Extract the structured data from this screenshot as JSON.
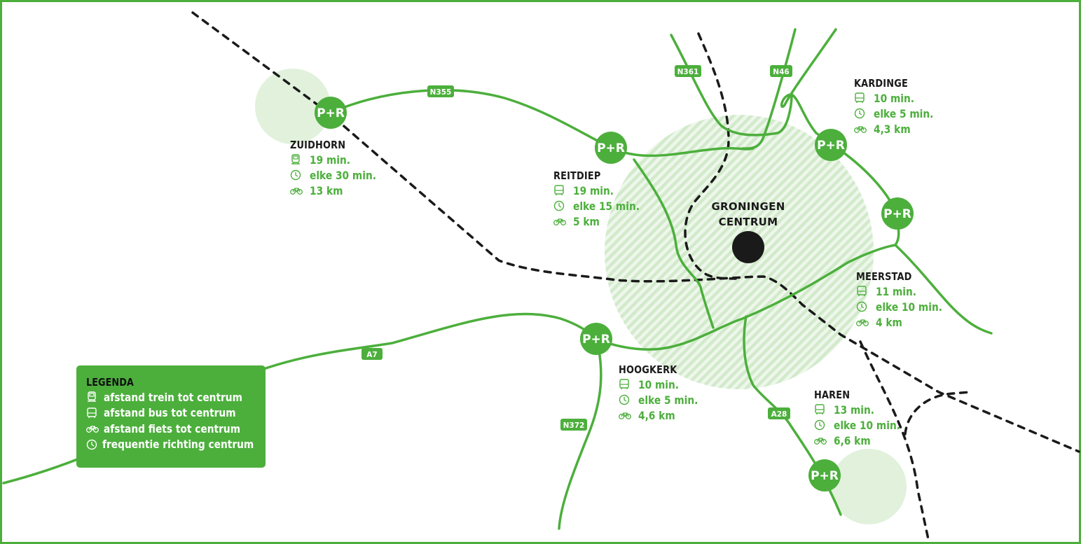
{
  "colors": {
    "brand_green": "#4caf3c",
    "zone_light_green": "#e1f1dc",
    "rail_black": "#1a1a1a",
    "center_dot": "#1a1a1a"
  },
  "center": {
    "label_line1": "GRONINGEN",
    "label_line2": "CENTRUM"
  },
  "park_and_ride_label": "P+R",
  "road_labels": {
    "n355": "N355",
    "n361": "N361",
    "n46": "N46",
    "a7": "A7",
    "n372": "N372",
    "a28": "A28"
  },
  "stations": [
    {
      "name": "ZUIDHORN",
      "transport_icon": "train-icon",
      "travel_time": "19 min.",
      "frequency": "elke 30 min.",
      "bike_distance": "13 km"
    },
    {
      "name": "REITDIEP",
      "transport_icon": "bus-icon",
      "travel_time": "19 min.",
      "frequency": "elke 15 min.",
      "bike_distance": "5 km"
    },
    {
      "name": "KARDINGE",
      "transport_icon": "bus-icon",
      "travel_time": "10 min.",
      "frequency": "elke 5 min.",
      "bike_distance": "4,3 km"
    },
    {
      "name": "MEERSTAD",
      "transport_icon": "bus-icon",
      "travel_time": "11 min.",
      "frequency": "elke 10 min.",
      "bike_distance": "4 km"
    },
    {
      "name": "HOOGKERK",
      "transport_icon": "bus-icon",
      "travel_time": "10 min.",
      "frequency": "elke 5 min.",
      "bike_distance": "4,6 km"
    },
    {
      "name": "HAREN",
      "transport_icon": "bus-icon",
      "travel_time": "13 min.",
      "frequency": "elke 10 min.",
      "bike_distance": "6,6 km"
    }
  ],
  "legend": {
    "title": "LEGENDA",
    "items": [
      {
        "icon": "train-icon",
        "label": "afstand trein tot centrum"
      },
      {
        "icon": "bus-icon",
        "label": "afstand bus tot centrum"
      },
      {
        "icon": "bike-icon",
        "label": "afstand fiets tot centrum"
      },
      {
        "icon": "clock-icon",
        "label": "frequentie richting centrum"
      }
    ]
  }
}
